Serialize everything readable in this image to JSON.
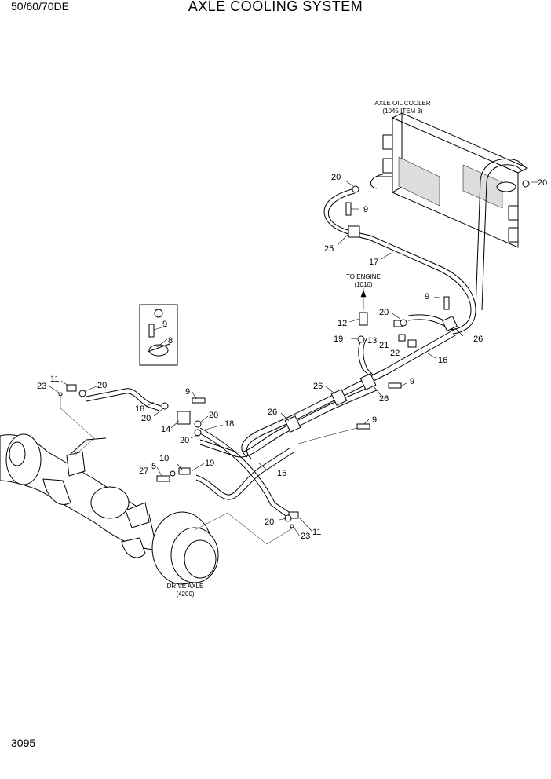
{
  "header": {
    "model": "50/60/70DE",
    "title": "AXLE COOLING SYSTEM"
  },
  "footer": {
    "page_number": "3095"
  },
  "notes": {
    "cooler_1": "AXLE OIL COOLER",
    "cooler_2": "(1045 ITEM 3)",
    "engine_1": "TO ENGINE",
    "engine_2": "(1010)",
    "axle_1": "DRIVE AXLE",
    "axle_2": "(4200)"
  },
  "callouts": {
    "c1": "20",
    "c2": "20",
    "c3": "9",
    "c4": "25",
    "c5": "17",
    "c6": "9",
    "c7": "12",
    "c8": "20",
    "c9": "19",
    "c10": "13",
    "c11": "21",
    "c12": "22",
    "c13": "26",
    "c14": "16",
    "c15": "9",
    "c16": "26",
    "c17": "26",
    "c18": "9",
    "c19": "26",
    "c20": "9",
    "c21": "8",
    "c22": "23",
    "c23": "11",
    "c24": "20",
    "c25": "18",
    "c26": "20",
    "c27": "9",
    "c28": "20",
    "c29": "18",
    "c30": "14",
    "c31": "20",
    "c32": "15",
    "c33": "27",
    "c34": "5",
    "c35": "10",
    "c36": "19",
    "c37": "20",
    "c38": "11",
    "c39": "23"
  }
}
